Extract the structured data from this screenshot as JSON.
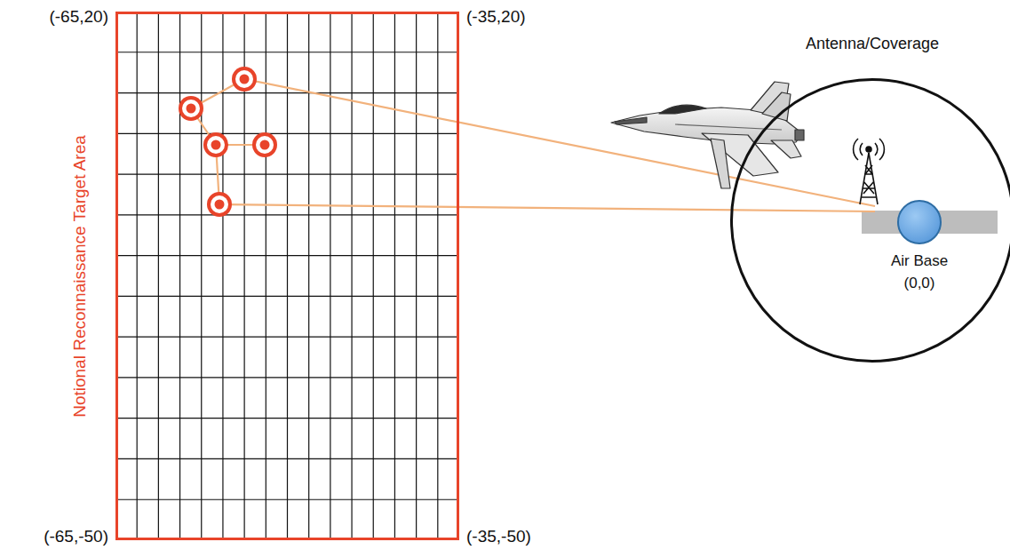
{
  "diagram": {
    "nodes": [
      {
        "text": [
          "Notional Reconnaissance Target Area"
        ]
      },
      {
        "text": [
          "Antenna/Coverage"
        ]
      },
      {
        "text": [
          "Air Base (0,0)"
        ],
        "in": 1
      }
    ],
    "labels": [
      "(-65,20)",
      "(-35,20)",
      "(-65,-50)",
      "(-35,-50)"
    ]
  }
}
